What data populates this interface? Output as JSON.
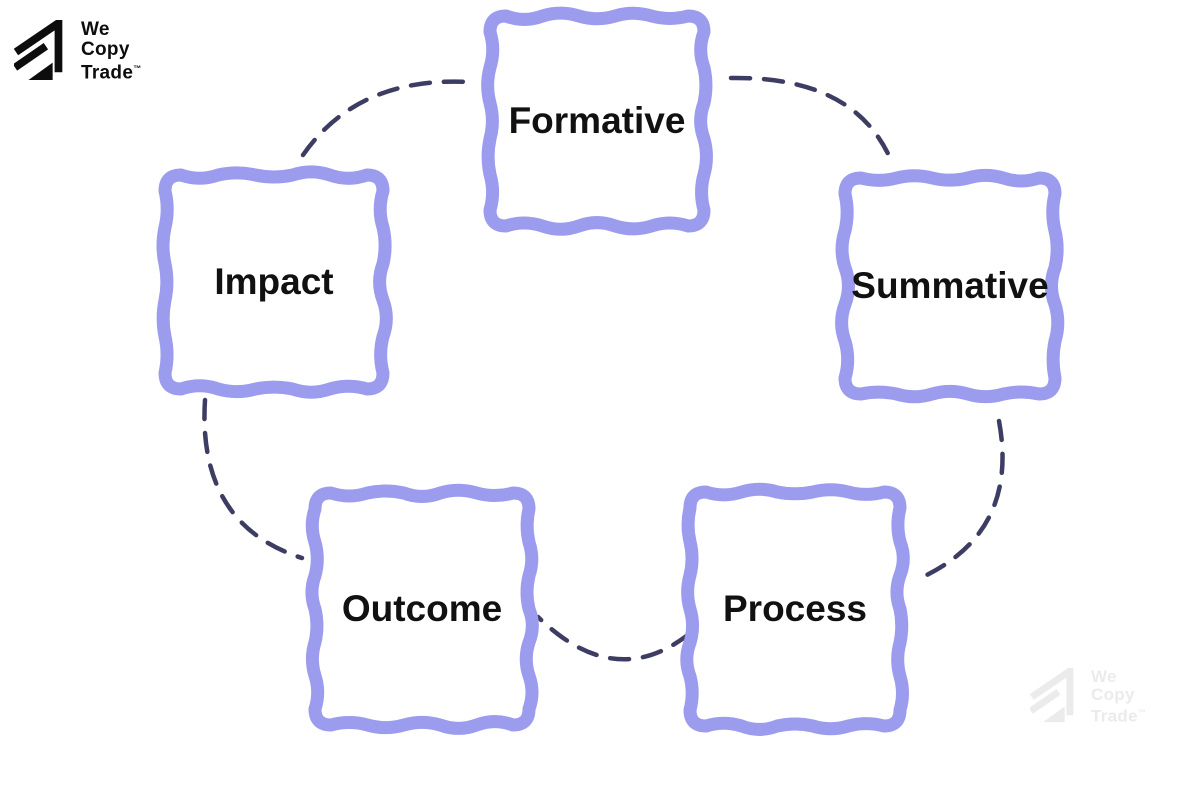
{
  "brand": {
    "lines": [
      "We",
      "Copy",
      "Trade"
    ],
    "trademark": "™"
  },
  "watermark_brand": {
    "lines": [
      "We",
      "Copy",
      "Trade"
    ],
    "trademark": "™"
  },
  "diagram": {
    "type": "cycle",
    "nodes": [
      {
        "id": "formative",
        "label": "Formative"
      },
      {
        "id": "summative",
        "label": "Summative"
      },
      {
        "id": "process",
        "label": "Process"
      },
      {
        "id": "outcome",
        "label": "Outcome"
      },
      {
        "id": "impact",
        "label": "Impact"
      }
    ],
    "connections": [
      {
        "from": "impact",
        "to": "formative",
        "style": "dashed"
      },
      {
        "from": "formative",
        "to": "summative",
        "style": "dashed"
      },
      {
        "from": "summative",
        "to": "process",
        "style": "dashed"
      },
      {
        "from": "process",
        "to": "outcome",
        "style": "dashed"
      },
      {
        "from": "outcome",
        "to": "impact",
        "style": "dashed"
      }
    ],
    "colors": {
      "node_border": "#9c9cef",
      "node_fill": "#ffffff",
      "connector": "#3d3d63",
      "label_text": "#111111",
      "background": "#ffffff",
      "logo": "#0d0d0d",
      "watermark": "#ebebeb"
    }
  }
}
